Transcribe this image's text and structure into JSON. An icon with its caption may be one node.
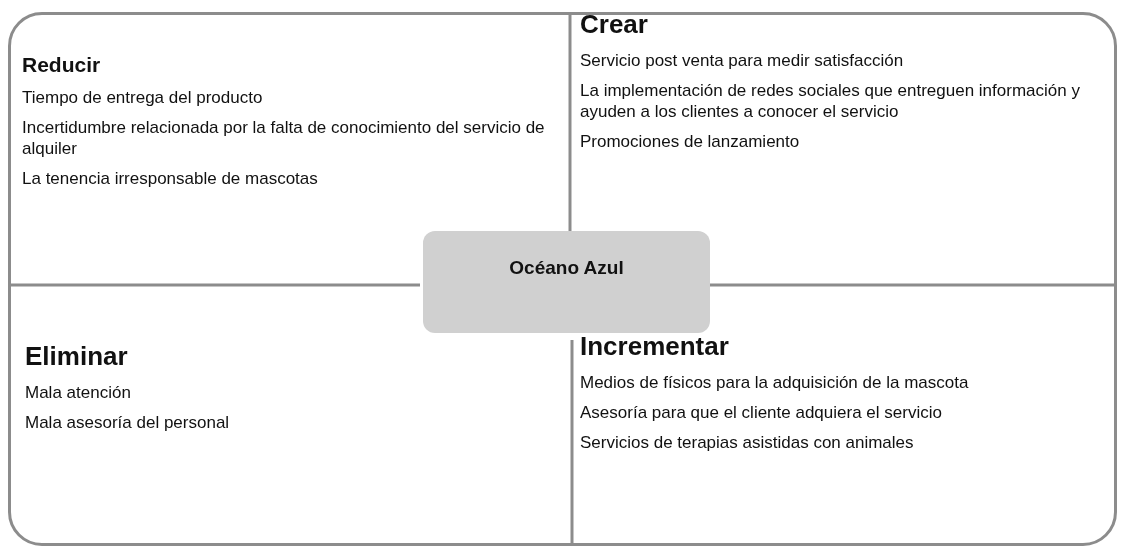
{
  "diagram": {
    "nodes": [
      {
        "text": [],
        "shape": "box"
      },
      {
        "text": [
          "Reducir",
          "Tiempo de entrega del producto",
          "Incertidumbre relacionada por la falta de conocimiento del servicio de alquiler",
          "La tenencia irresponsable de mascotas"
        ],
        "in": 0
      },
      {
        "text": [
          "Crear",
          "Servicio post venta para medir satisfacción",
          "La implementación de redes sociales que entreguen información y ayuden a los clientes a conocer el servicio",
          "Promociones de lanzamiento"
        ],
        "in": 0
      },
      {
        "text": [
          "Eliminar",
          "Mala atención",
          "Mala asesoría del personal"
        ],
        "in": 0
      },
      {
        "text": [
          "Incrementar",
          "Medios de físicos para la adquisición de la mascota",
          "Asesoría para que el cliente adquiera el servicio",
          "Servicios de terapias asistidas con animales"
        ],
        "in": 0
      },
      {
        "text": [
          "Océano Azul"
        ],
        "in": 0
      }
    ]
  }
}
